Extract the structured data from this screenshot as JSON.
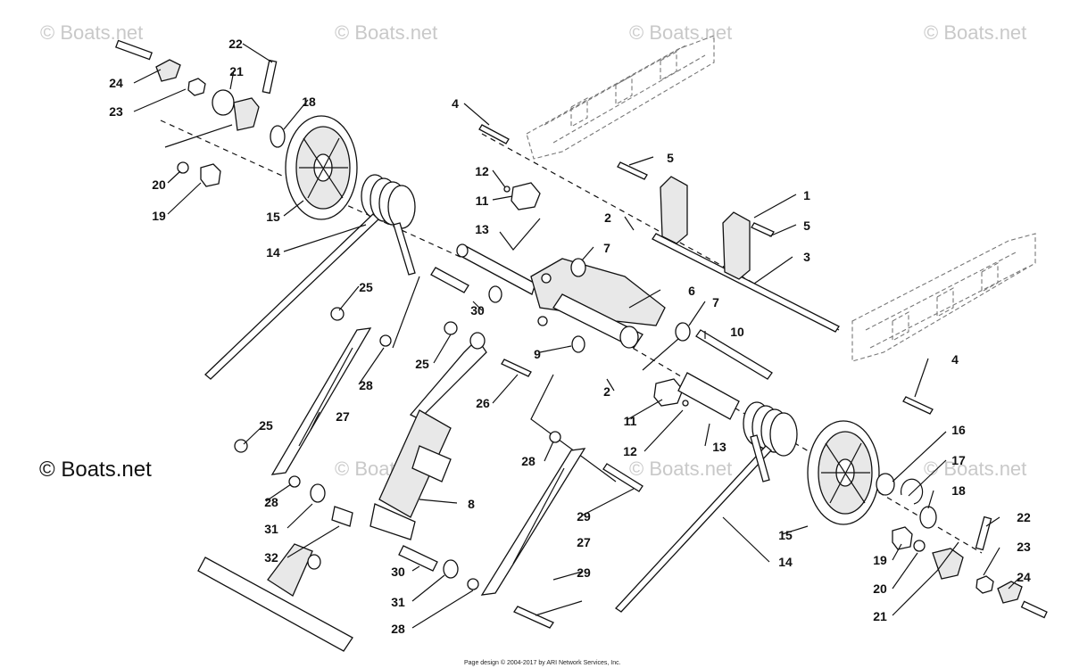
{
  "watermarks": [
    "© Boats.net",
    "© Boats.net",
    "© Boats.net",
    "© Boats.net",
    "© Boats.net",
    "© Boats.net",
    "© Boats.net"
  ],
  "brand": "© Boats.net",
  "footer": "Page design © 2004-2017 by ARI Network Services, Inc.",
  "callouts": {
    "c1": "1",
    "c2a": "2",
    "c2b": "2",
    "c3": "3",
    "c4a": "4",
    "c4b": "4",
    "c5a": "5",
    "c5b": "5",
    "c6": "6",
    "c7a": "7",
    "c7b": "7",
    "c8": "8",
    "c9": "9",
    "c10": "10",
    "c11a": "11",
    "c11b": "11",
    "c12a": "12",
    "c12b": "12",
    "c13a": "13",
    "c13b": "13",
    "c14a": "14",
    "c14b": "14",
    "c15a": "15",
    "c15b": "15",
    "c16": "16",
    "c17": "17",
    "c18a": "18",
    "c18b": "18",
    "c19a": "19",
    "c19b": "19",
    "c20a": "20",
    "c20b": "20",
    "c21a": "21",
    "c21b": "21",
    "c22a": "22",
    "c22b": "22",
    "c23a": "23",
    "c23b": "23",
    "c24a": "24",
    "c24b": "24",
    "c25a": "25",
    "c25b": "25",
    "c25c": "25",
    "c26": "26",
    "c27a": "27",
    "c27b": "27",
    "c28a": "28",
    "c28b": "28",
    "c28c": "28",
    "c28d": "28",
    "c29a": "29",
    "c29b": "29",
    "c30a": "30",
    "c30b": "30",
    "c31a": "31",
    "c31b": "31",
    "c32": "32"
  }
}
